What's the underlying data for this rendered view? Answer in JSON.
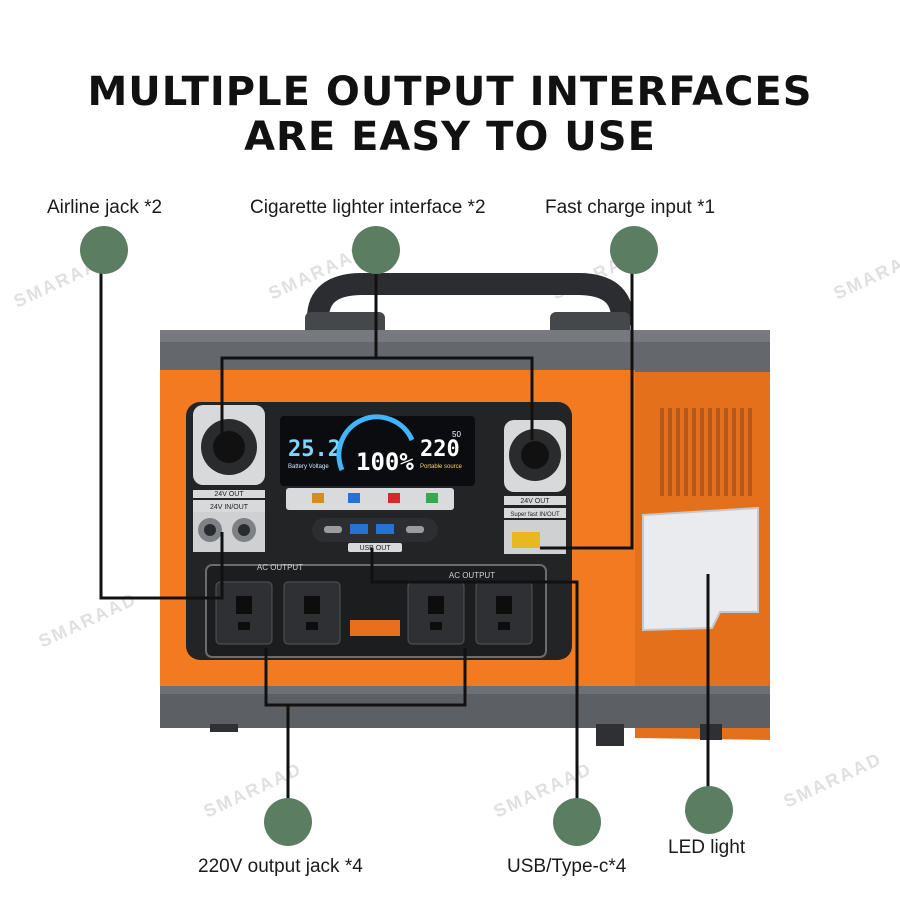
{
  "headline": {
    "line1": "MULTIPLE OUTPUT INTERFACES",
    "line2": "ARE EASY TO USE"
  },
  "callouts": {
    "airline": "Airline jack *2",
    "cigarette": "Cigarette lighter interface *2",
    "fast_charge": "Fast charge input *1",
    "ac_output": "220V output jack *4",
    "usb": "USB/Type-c*4",
    "led": "LED light"
  },
  "device": {
    "display": {
      "left_value": "25.2",
      "left_caption": "Battery Voltage",
      "center_value": "100%",
      "right_value": "220",
      "right_caption": "Portable source",
      "percent_small": "50"
    },
    "panel_labels": {
      "dc_out_left": "24V OUT",
      "dc_inout_left": "24V IN/OUT",
      "dc_out_right": "24V OUT",
      "super_fast": "Super fast IN/OUT",
      "usb_out": "USB OUT",
      "ac_output_left": "AC OUTPUT",
      "ac_output_right": "AC OUTPUT"
    }
  },
  "watermark": "SMARAAD",
  "colors": {
    "dot": "#5b7d62",
    "body_orange": "#f07a22",
    "frame_grey": "#5f6266"
  }
}
